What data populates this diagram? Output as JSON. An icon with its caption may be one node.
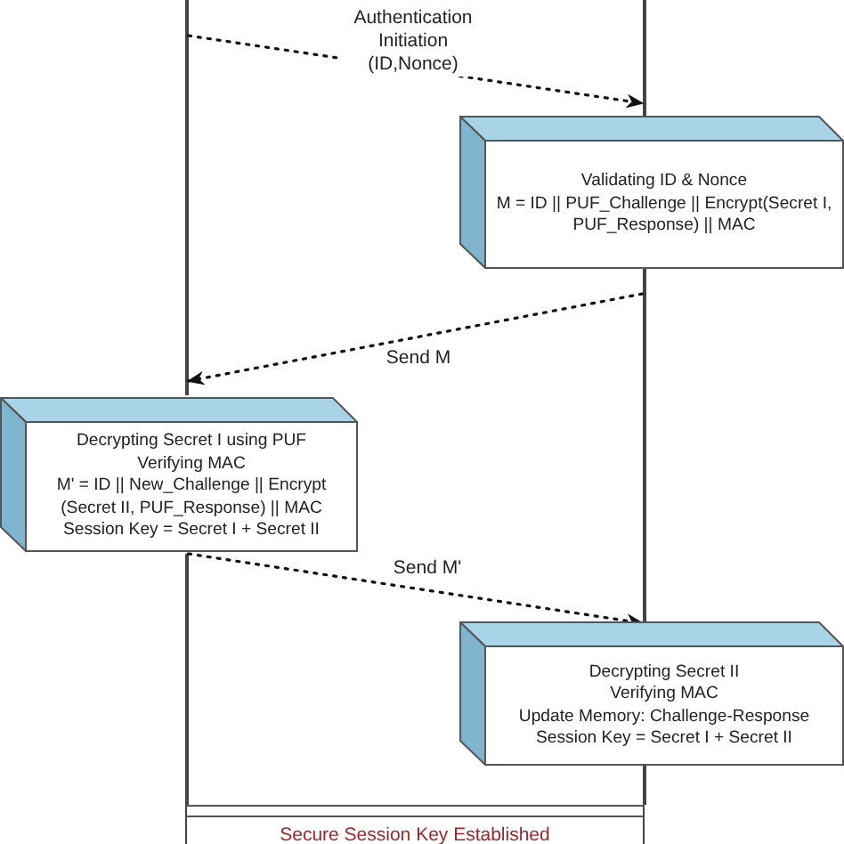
{
  "diagram": {
    "nodes": [
      {
        "text": [],
        "shape": "line"
      },
      {
        "text": [],
        "shape": "line"
      },
      {
        "text": [
          "Validating ID & Nonce",
          "M = ID || PUF_Challenge || Encrypt(Secret I, PUF_Response) || MAC"
        ]
      },
      {
        "text": [
          "Decrypting Secret I using PUF",
          "Verifying MAC",
          "M' = ID || New_Challenge || Encrypt (Secret II, PUF_Response) || MAC",
          "Session Key = Secret I + Secret II"
        ]
      },
      {
        "text": [
          "Decrypting Secret II",
          "Verifying MAC",
          "Update Memory: Challenge-Response",
          "Session Key = Secret I + Secret II"
        ]
      },
      {
        "text": [
          "Secure Session Key Established"
        ]
      }
    ],
    "edges": [
      {
        "from": 0,
        "to": 1,
        "arrow": "to",
        "style": "dashed",
        "label": "Authentication Initiation (ID,Nonce)"
      },
      {
        "from": 1,
        "to": 0,
        "arrow": "to",
        "style": "dashed",
        "label": "Send M"
      },
      {
        "from": 3,
        "to": 1,
        "arrow": "to",
        "style": "dashed",
        "label": "Send M'"
      }
    ]
  }
}
